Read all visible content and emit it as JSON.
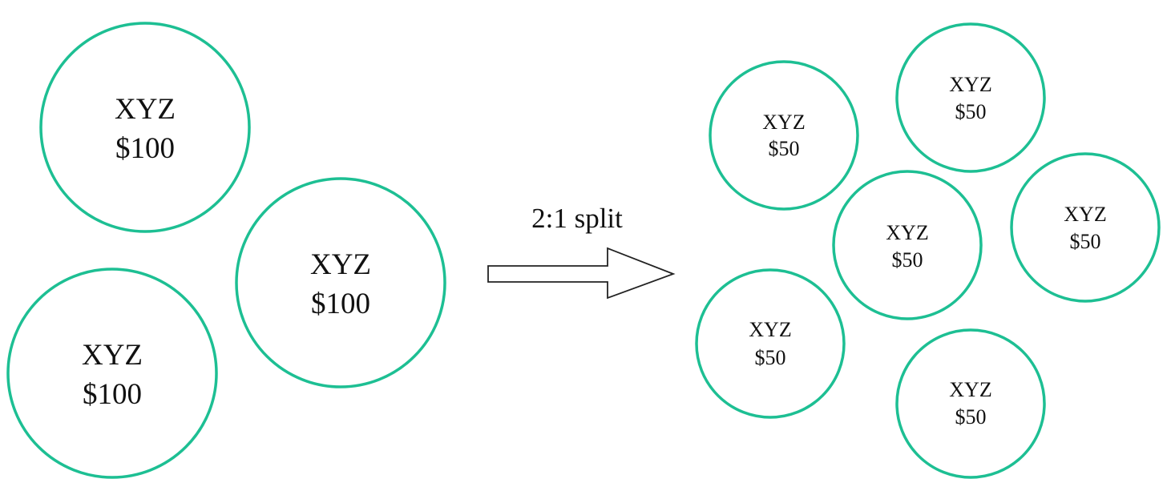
{
  "colors": {
    "circle_stroke": "#1dbf93",
    "arrow_stroke": "#222222",
    "text": "#111111"
  },
  "before": {
    "shares": [
      {
        "ticker": "XYZ",
        "price": "$100"
      },
      {
        "ticker": "XYZ",
        "price": "$100"
      },
      {
        "ticker": "XYZ",
        "price": "$100"
      }
    ]
  },
  "transition": {
    "label": "2:1 split",
    "icon": "right-arrow-icon"
  },
  "after": {
    "shares": [
      {
        "ticker": "XYZ",
        "price": "$50"
      },
      {
        "ticker": "XYZ",
        "price": "$50"
      },
      {
        "ticker": "XYZ",
        "price": "$50"
      },
      {
        "ticker": "XYZ",
        "price": "$50"
      },
      {
        "ticker": "XYZ",
        "price": "$50"
      },
      {
        "ticker": "XYZ",
        "price": "$50"
      }
    ]
  }
}
